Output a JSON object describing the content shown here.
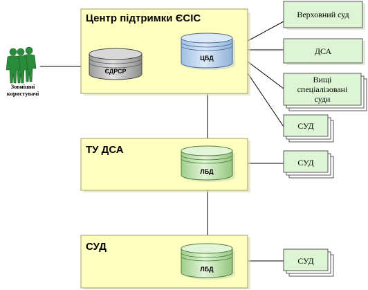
{
  "containers": {
    "center": {
      "title": "Центр підтримки ЄСІС"
    },
    "tu_dsa": {
      "title": "ТУ ДСА"
    },
    "court": {
      "title": "СУД"
    }
  },
  "databases": {
    "edrsr": "ЄДРСР",
    "cbd": "ЦБД",
    "lbd_tu": "ЛБД",
    "lbd_court": "ЛБД"
  },
  "nodes": {
    "supreme": "Верховний суд",
    "dsa": "ДСА",
    "specialized": [
      "Вищі",
      "спеціалізовані",
      "суди"
    ],
    "courts_center": "СУД",
    "courts_tu": "СУД",
    "courts_local": "СУД"
  },
  "users": {
    "label_line1": "Зовнішні",
    "label_line2": "користувачі"
  },
  "colors": {
    "container_fill": "#ffffc0",
    "node_fill": "#ddf5d4",
    "cbd_fill": "#c5daf0",
    "lbd_fill": "#cbe8b7",
    "edrsr_fill": "#c4c4c4",
    "users_fill": "#2a8b3a"
  }
}
